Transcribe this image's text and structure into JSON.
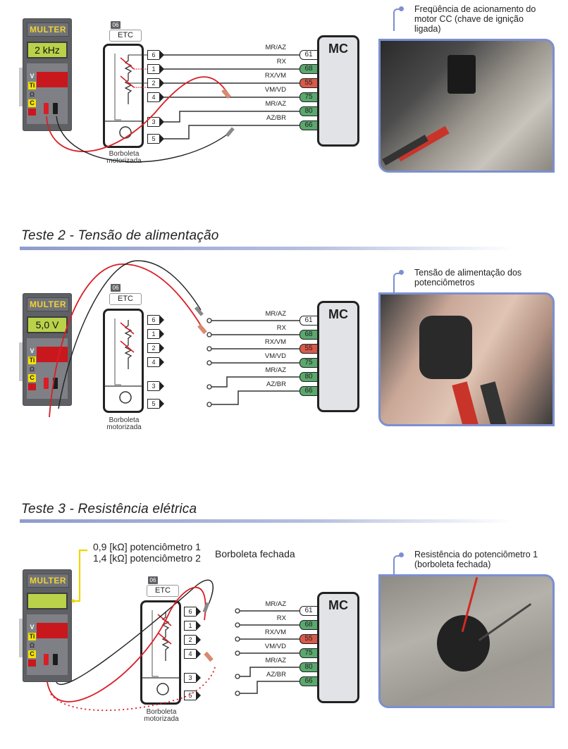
{
  "common": {
    "meter_brand": "MULTER",
    "meter_buttons": [
      "V",
      "Ti",
      "Ω",
      "C"
    ],
    "etc_number": "06",
    "etc_label": "ETC",
    "etc_pins": [
      "6",
      "1",
      "2",
      "4",
      "3",
      "5"
    ],
    "etc_caption_line1": "Borboleta",
    "etc_caption_line2": "motorizada",
    "mc_label": "MC",
    "wires": [
      {
        "label": "MR/AZ",
        "pin": "61",
        "color": "#ffffff"
      },
      {
        "label": "RX",
        "pin": "68",
        "color": "#5aa86e"
      },
      {
        "label": "RX/VM",
        "pin": "55",
        "color": "#d95a4a"
      },
      {
        "label": "VM/VD",
        "pin": "75",
        "color": "#5aa86e"
      },
      {
        "label": "MR/AZ",
        "pin": "80",
        "color": "#5aa86e"
      },
      {
        "label": "AZ/BR",
        "pin": "66",
        "color": "#5aa86e"
      }
    ]
  },
  "test1": {
    "meter_display": "2 kHz",
    "photo_caption_line1": "Freqüência de acionamento do",
    "photo_caption_line2": "motor CC (chave de ignição",
    "photo_caption_line3": "ligada)"
  },
  "test2": {
    "title": "Teste 2 - Tensão de alimentação",
    "meter_display": "5,0 V",
    "photo_caption_line1": "Tensão de alimentação dos",
    "photo_caption_line2": "potenciômetros"
  },
  "test3": {
    "title": "Teste 3 - Resistência elétrica",
    "meter_display": "",
    "reading_line1": "0,9 [kΩ] potenciômetro 1",
    "reading_line2": "1,4 [kΩ] potenciômetro 2",
    "state_label": "Borboleta fechada",
    "photo_caption_line1": "Resistência do potenciômetro 1",
    "photo_caption_line2": "(borboleta fechada)"
  },
  "colors": {
    "accent_blue": "#7c8fd0",
    "probe_red": "#d91e26",
    "probe_black": "#1c1c1c",
    "lcd_green": "#b9d24a",
    "brand_yellow": "#f3d233"
  }
}
